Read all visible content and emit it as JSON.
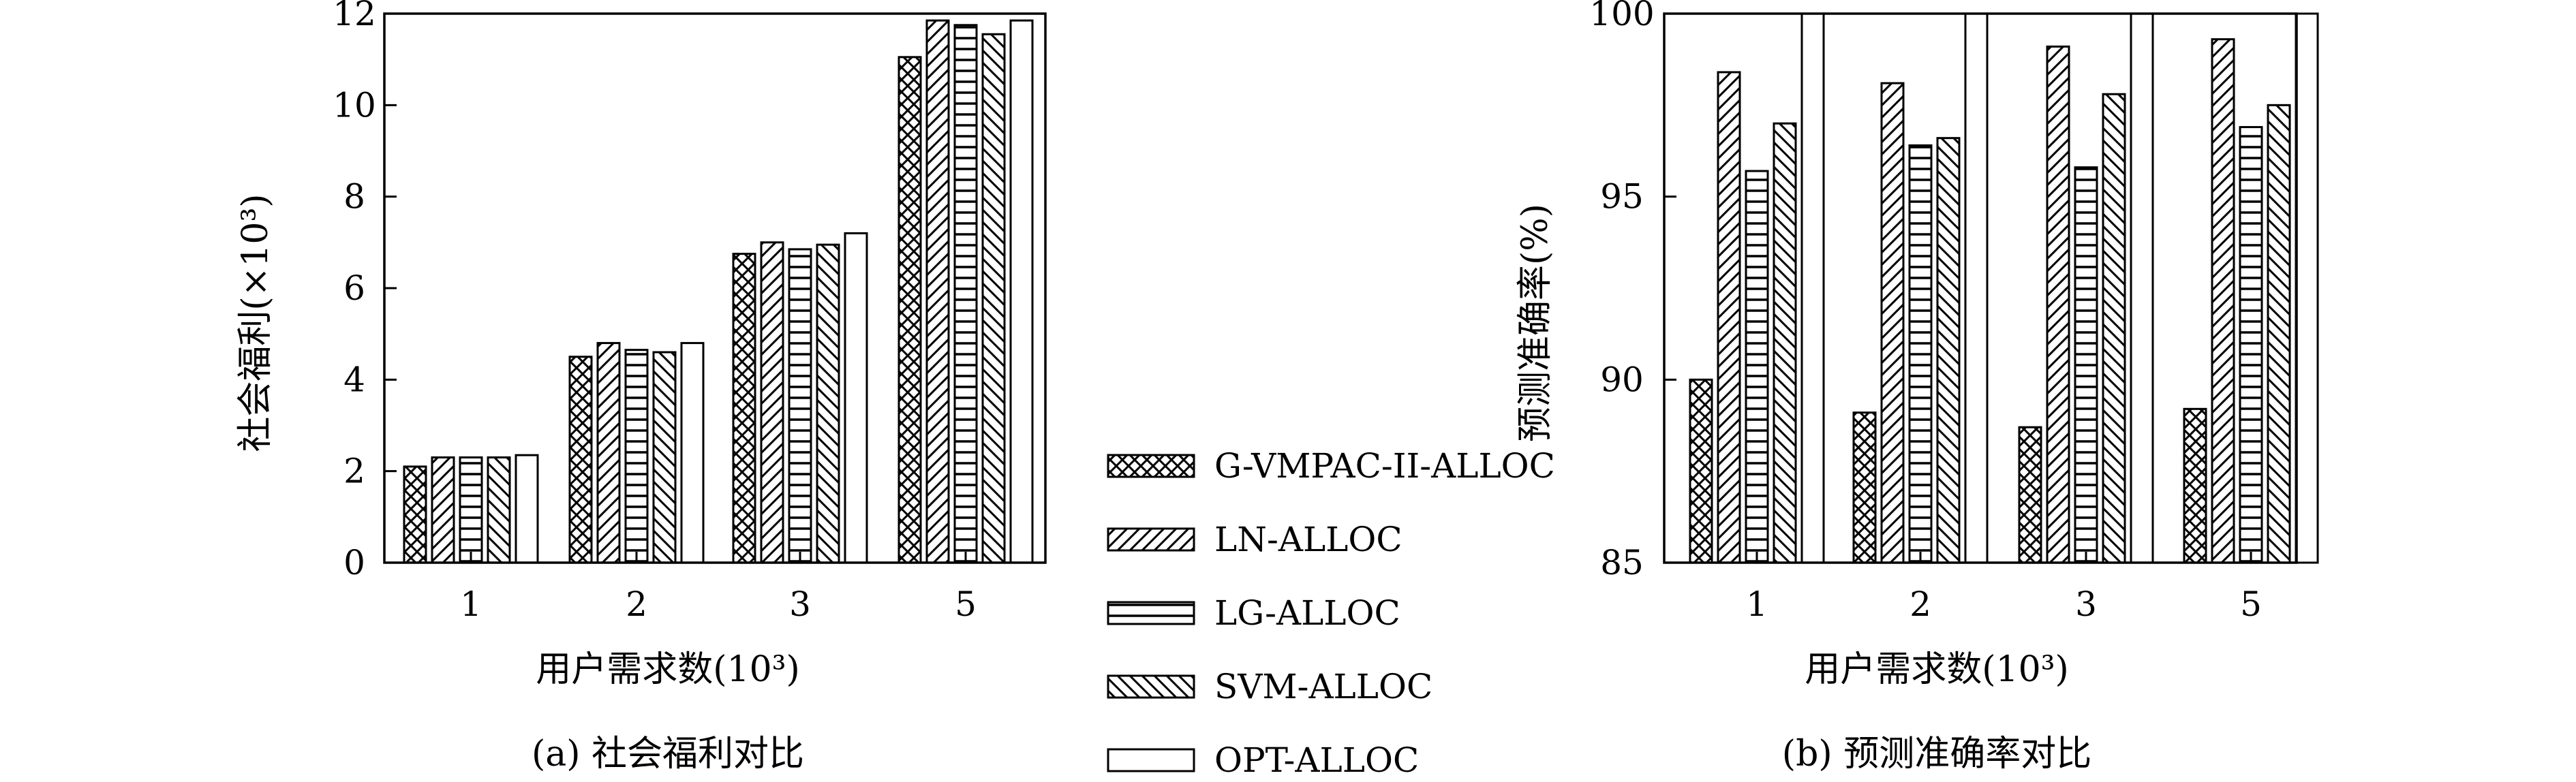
{
  "legend": [
    {
      "name": "G-VMPAC-II-ALLOC",
      "pattern": "crosshatch"
    },
    {
      "name": "LN-ALLOC",
      "pattern": "diag-right"
    },
    {
      "name": "LG-ALLOC",
      "pattern": "horizontal"
    },
    {
      "name": "SVM-ALLOC",
      "pattern": "diag-left"
    },
    {
      "name": "OPT-ALLOC",
      "pattern": "none"
    }
  ],
  "chart_data": [
    {
      "type": "bar",
      "caption": "(a) 社会福利对比",
      "xlabel": "用户需求数(10³)",
      "ylabel": "社会福利(×10³)",
      "categories": [
        "1",
        "2",
        "3",
        "5"
      ],
      "ylim": [
        0,
        12
      ],
      "yticks": [
        "0",
        "2",
        "4",
        "6",
        "8",
        "10",
        "12"
      ],
      "series": [
        {
          "name": "G-VMPAC-II-ALLOC",
          "values": [
            2.1,
            4.5,
            6.75,
            11.05
          ]
        },
        {
          "name": "LN-ALLOC",
          "values": [
            2.3,
            4.8,
            7.0,
            11.85
          ]
        },
        {
          "name": "LG-ALLOC",
          "values": [
            2.3,
            4.65,
            6.85,
            11.75
          ]
        },
        {
          "name": "SVM-ALLOC",
          "values": [
            2.3,
            4.6,
            6.95,
            11.55
          ]
        },
        {
          "name": "OPT-ALLOC",
          "values": [
            2.35,
            4.8,
            7.2,
            11.85
          ]
        }
      ]
    },
    {
      "type": "bar",
      "caption": "(b) 预测准确率对比",
      "xlabel": "用户需求数(10³)",
      "ylabel": "预测准确率(%)",
      "categories": [
        "1",
        "2",
        "3",
        "5"
      ],
      "ylim": [
        85,
        100
      ],
      "yticks": [
        "85",
        "90",
        "95",
        "100"
      ],
      "series": [
        {
          "name": "G-VMPAC-II-ALLOC",
          "values": [
            90.0,
            89.1,
            88.7,
            89.2
          ]
        },
        {
          "name": "LN-ALLOC",
          "values": [
            98.4,
            98.1,
            99.1,
            99.3
          ]
        },
        {
          "name": "LG-ALLOC",
          "values": [
            95.7,
            96.4,
            95.8,
            96.9
          ]
        },
        {
          "name": "SVM-ALLOC",
          "values": [
            97.0,
            96.6,
            97.8,
            97.5
          ]
        },
        {
          "name": "OPT-ALLOC",
          "values": [
            100,
            100,
            100,
            100
          ]
        }
      ]
    }
  ]
}
